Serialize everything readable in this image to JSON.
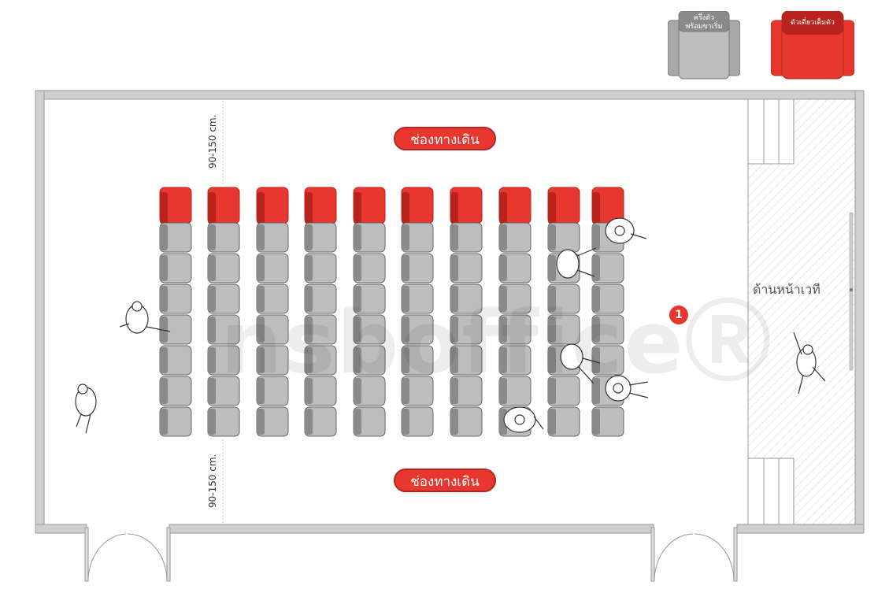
{
  "legend": {
    "half_seat": "ครึ่งตัว\nพร้อมขาเริ่ม",
    "full_seat": "ตัวเดี่ยวเต็มตัว"
  },
  "labels": {
    "aisle_top": "ช่องทางเดิน",
    "aisle_bottom": "ช่องทางเดิน",
    "stage_front": "ด้านหน้าเวที",
    "dim_top": "90-150 cm.",
    "dim_bottom": "90-150 cm.",
    "marker": "1",
    "watermark": "nsbofficeⓇ"
  },
  "colors": {
    "red": "#e8372f",
    "dark_red": "#b8231d",
    "grey": "#bdbdbd",
    "dark_grey": "#8a8a8a",
    "wall": "#cfcfcf"
  },
  "seating": {
    "columns": 10,
    "gray_rows": 7,
    "front_row": "red"
  }
}
